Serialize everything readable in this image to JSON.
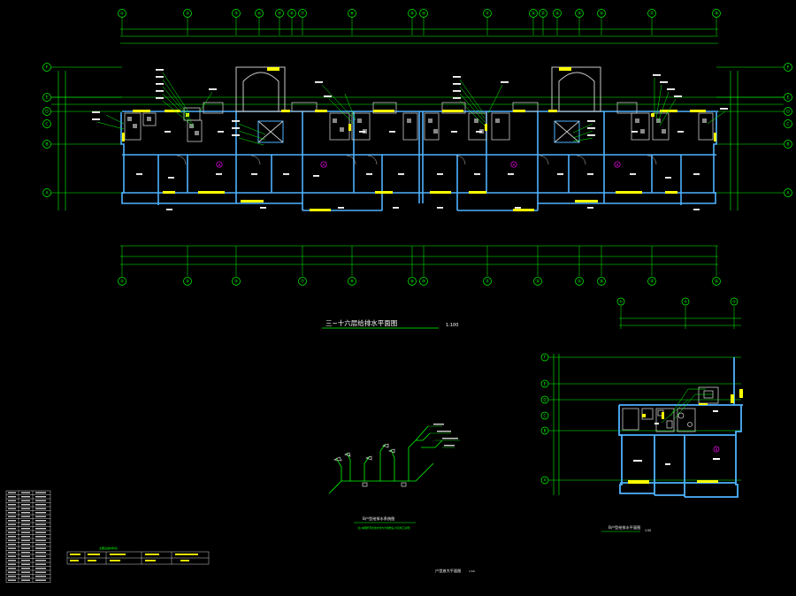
{
  "colors": {
    "background": "#000000",
    "axis": "#00ff00",
    "wall": "#4fb3ff",
    "hatch": "#c8c8c8",
    "text": "#ffffff",
    "pipe": "#ffff00",
    "annot": "#00ff00",
    "marker": "#ff00ff",
    "table": "#ffffff"
  },
  "main_plan": {
    "title": "三~十六层给排水平面图",
    "scale": "1:100",
    "top_axes": [
      "①",
      "②",
      "③",
      "④",
      "⑤",
      "⑥",
      "⑦",
      "⑧",
      "⑨",
      "⑩",
      "⑪",
      "⑫",
      "⑬",
      "⑭",
      "⑮",
      "⑯",
      "⑰",
      "⑱"
    ],
    "bottom_axes": [
      "①",
      "②",
      "③",
      "⑦",
      "⑧",
      "⑨",
      "⑩",
      "⑪",
      "⑫",
      "⑬",
      "⑭",
      "⑮",
      "⑯"
    ],
    "row_axes": [
      "F",
      "E",
      "D",
      "C",
      "B",
      "A"
    ],
    "unit_markers": [
      "B",
      "A",
      "A",
      "B"
    ]
  },
  "system_diagram": {
    "title": "B户型给排水系统图",
    "note": "(注:本图所有给排水管均为暗敷设,详见施工说明)"
  },
  "detail_plan": {
    "title": "B户型给排水平面图",
    "scale": "1:50",
    "top_axes": [
      "①",
      "②",
      "③"
    ],
    "row_axes": [
      "F",
      "E",
      "D",
      "C",
      "B",
      "A"
    ],
    "unit_marker": "B"
  },
  "bottom_title": {
    "text": "户型放大平面图",
    "scale": "1:50"
  },
  "legend_table": {
    "title": "主要设备材料表"
  }
}
